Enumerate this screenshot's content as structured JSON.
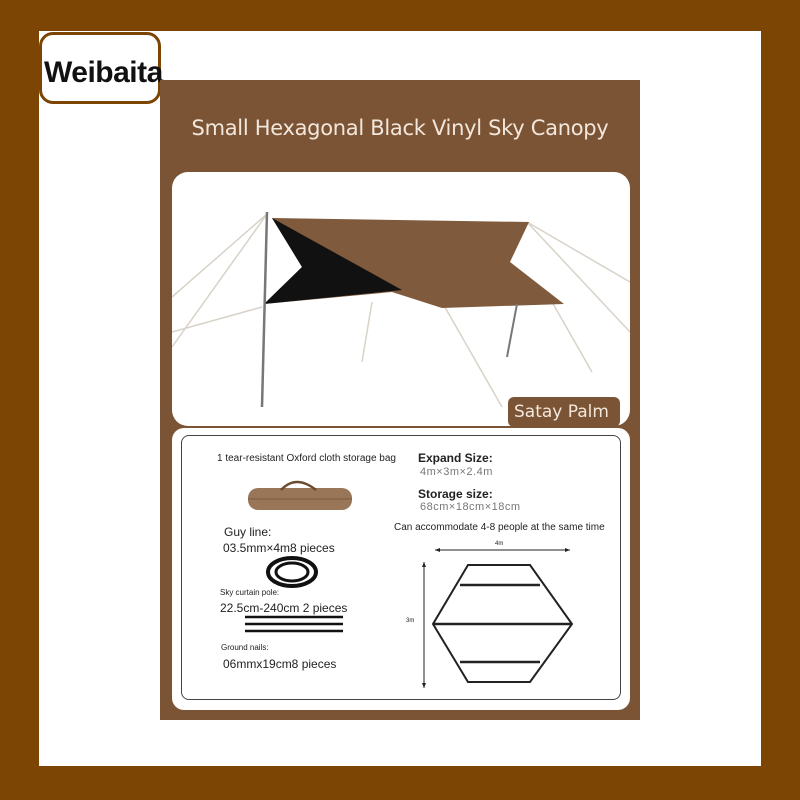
{
  "brand": {
    "logo_text": "Weibaita"
  },
  "product": {
    "title": "Small Hexagonal Black Vinyl Sky Canopy",
    "color_label": "Satay Palm"
  },
  "specs": {
    "bag_caption": "1 tear-resistant Oxford cloth storage bag",
    "expand_label": "Expand Size:",
    "expand_value": "4m×3m×2.4m",
    "storage_label": "Storage size:",
    "storage_value": "68cm×18cm×18cm",
    "capacity": "Can accommodate 4-8 people at the same time",
    "guy_line_label": "Guy line:",
    "guy_line_value": "03.5mm×4m8 pieces",
    "pole_label": "Sky curtain pole:",
    "pole_value": "22.5cm-240cm 2 pieces",
    "nails_label": "Ground nails:",
    "nails_value": "06mmx19cm8 pieces",
    "diagram_width": "4m",
    "diagram_height": "3m"
  },
  "colors": {
    "background": "#7c4503",
    "card": "#7a5435",
    "canopy_brown": "#7f5a3c",
    "canopy_black": "#111111"
  }
}
